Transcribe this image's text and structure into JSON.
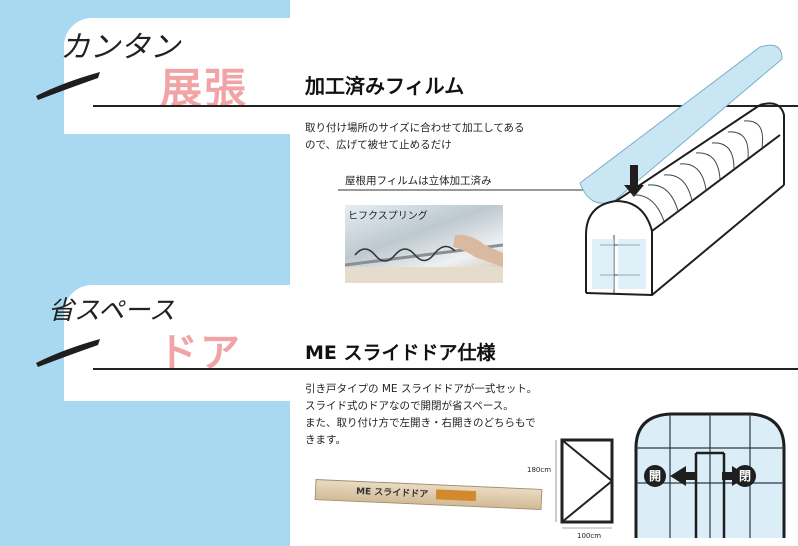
{
  "section1": {
    "script_text": "カンタン",
    "big_text": "展張",
    "heading": "加工済みフィルム",
    "body_lines": [
      "取り付け場所のサイズに合わせて加工してある",
      "ので、広げて被せて止めるだけ"
    ],
    "callout": "屋根用フィルムは立体加工済み",
    "photo_label": "ヒフクスプリング"
  },
  "section2": {
    "script_text": "省スペース",
    "big_text": "ドア",
    "heading": "ME スライドドア仕様",
    "body_lines": [
      "引き戸タイプの ME スライドドアが一式セット。",
      "スライド式のドアなので開閉が省スペース。",
      "また、取り付け方で左開き・右開きのどちらもで",
      "きます。"
    ],
    "box_label": "ME スライドドア",
    "dim_height": "180cm",
    "dim_width": "100cm",
    "door_left_label": "開",
    "door_right_label": "閉"
  },
  "colors": {
    "band": "#a9d8f1",
    "pink": "#f2a3a6",
    "film": "#c9e6f4"
  }
}
